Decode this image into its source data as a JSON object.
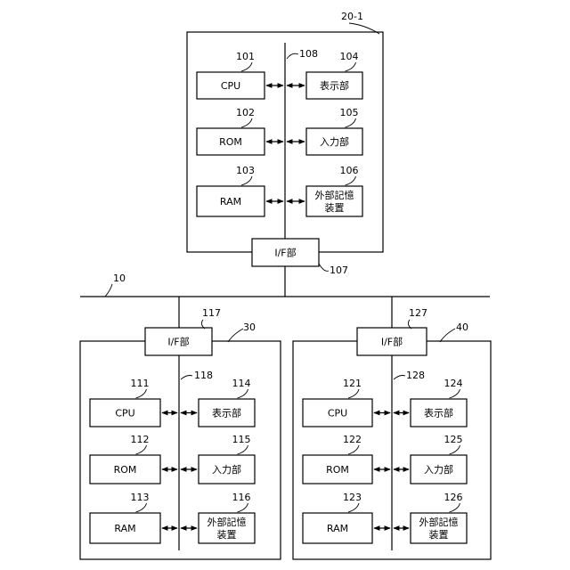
{
  "network_ref": "10",
  "units": [
    {
      "id": "20-1",
      "interface": {
        "label": "I/F部",
        "ref": "107"
      },
      "bus_ref": "108",
      "components": [
        {
          "label": "CPU",
          "ref": "101"
        },
        {
          "label": "ROM",
          "ref": "102"
        },
        {
          "label": "RAM",
          "ref": "103"
        },
        {
          "label": "表示部",
          "ref": "104"
        },
        {
          "label": "入力部",
          "ref": "105"
        },
        {
          "label": "外部記憶\n装置",
          "ref": "106"
        }
      ]
    },
    {
      "id": "30",
      "interface": {
        "label": "I/F部",
        "ref": "117"
      },
      "bus_ref": "118",
      "components": [
        {
          "label": "CPU",
          "ref": "111"
        },
        {
          "label": "ROM",
          "ref": "112"
        },
        {
          "label": "RAM",
          "ref": "113"
        },
        {
          "label": "表示部",
          "ref": "114"
        },
        {
          "label": "入力部",
          "ref": "115"
        },
        {
          "label": "外部記憶\n装置",
          "ref": "116"
        }
      ]
    },
    {
      "id": "40",
      "interface": {
        "label": "I/F部",
        "ref": "127"
      },
      "bus_ref": "128",
      "components": [
        {
          "label": "CPU",
          "ref": "121"
        },
        {
          "label": "ROM",
          "ref": "122"
        },
        {
          "label": "RAM",
          "ref": "123"
        },
        {
          "label": "表示部",
          "ref": "124"
        },
        {
          "label": "入力部",
          "ref": "125"
        },
        {
          "label": "外部記憶\n装置",
          "ref": "126"
        }
      ]
    }
  ]
}
